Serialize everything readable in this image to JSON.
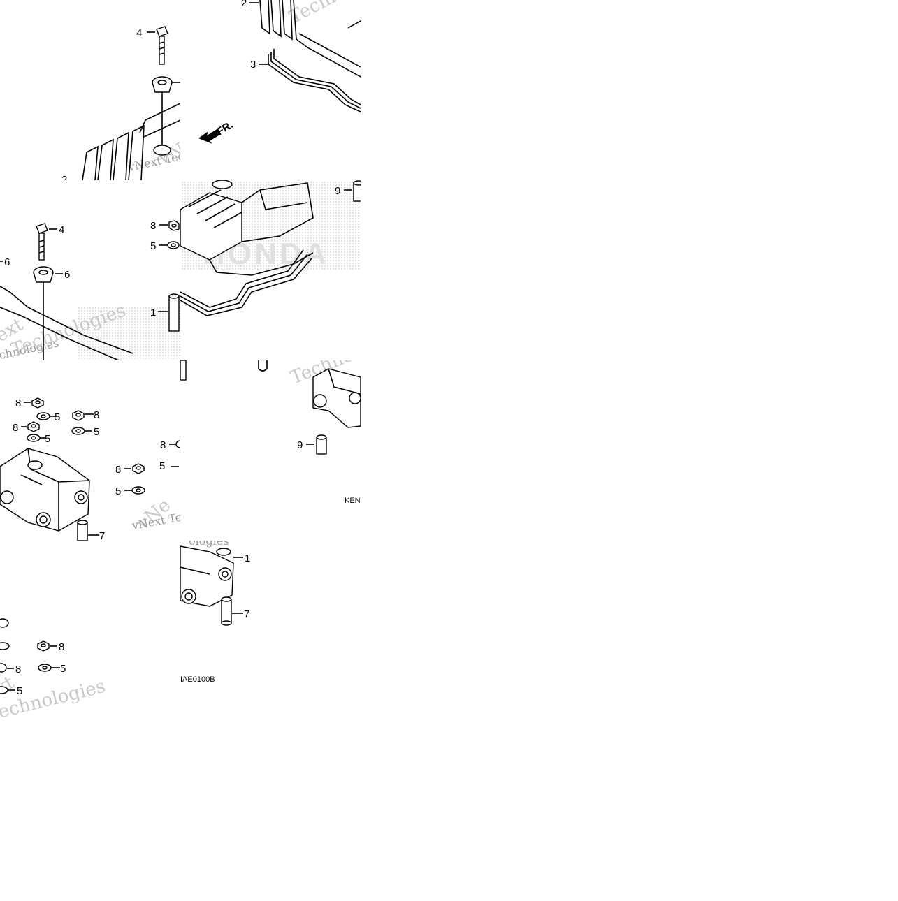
{
  "diagram": {
    "direction_label": "FR.",
    "codes": [
      "KEN",
      "IAE0100B"
    ],
    "brand": "HONDA",
    "watermarks": [
      "Techno",
      "vNext Tec",
      "vNext",
      "Technologies",
      "ext",
      "chnologies",
      "Technolog",
      "vNe",
      "vNext Te",
      "ologies",
      "xt",
      "echnologies"
    ],
    "callouts": [
      {
        "label": "1"
      },
      {
        "label": "1"
      },
      {
        "label": "2"
      },
      {
        "label": "2"
      },
      {
        "label": "3"
      },
      {
        "label": "4"
      },
      {
        "label": "4"
      },
      {
        "label": "5"
      },
      {
        "label": "5"
      },
      {
        "label": "5"
      },
      {
        "label": "5"
      },
      {
        "label": "5"
      },
      {
        "label": "5"
      },
      {
        "label": "5"
      },
      {
        "label": "5"
      },
      {
        "label": "6"
      },
      {
        "label": "6"
      },
      {
        "label": "7"
      },
      {
        "label": "7"
      },
      {
        "label": "8"
      },
      {
        "label": "8"
      },
      {
        "label": "8"
      },
      {
        "label": "8"
      },
      {
        "label": "8"
      },
      {
        "label": "8"
      },
      {
        "label": "8"
      },
      {
        "label": "8"
      },
      {
        "label": "9"
      },
      {
        "label": "9"
      }
    ]
  }
}
